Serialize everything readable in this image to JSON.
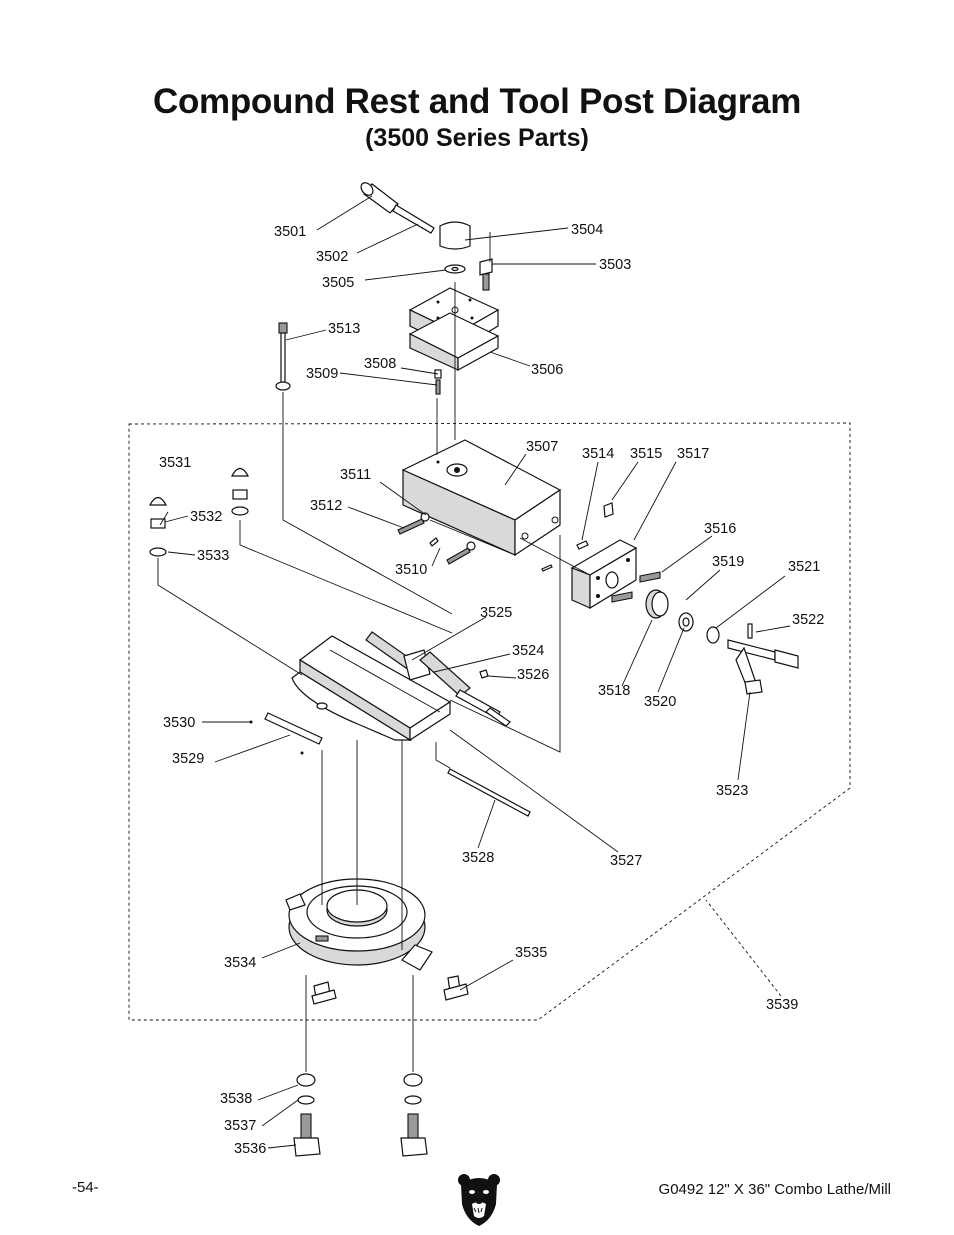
{
  "header": {
    "title": "Compound Rest and Tool Post Diagram",
    "subtitle": "(3500 Series Parts)"
  },
  "callouts": {
    "p3501": "3501",
    "p3502": "3502",
    "p3503": "3503",
    "p3504": "3504",
    "p3505": "3505",
    "p3506": "3506",
    "p3507": "3507",
    "p3508": "3508",
    "p3509": "3509",
    "p3510": "3510",
    "p3511": "3511",
    "p3512": "3512",
    "p3513": "3513",
    "p3514": "3514",
    "p3515": "3515",
    "p3516": "3516",
    "p3517": "3517",
    "p3518": "3518",
    "p3519": "3519",
    "p3520": "3520",
    "p3521": "3521",
    "p3522": "3522",
    "p3523": "3523",
    "p3524": "3524",
    "p3525": "3525",
    "p3526": "3526",
    "p3527": "3527",
    "p3528": "3528",
    "p3529": "3529",
    "p3530": "3530",
    "p3531": "3531",
    "p3532": "3532",
    "p3533": "3533",
    "p3534": "3534",
    "p3535": "3535",
    "p3536": "3536",
    "p3537": "3537",
    "p3538": "3538",
    "p3539": "3539"
  },
  "footer": {
    "page_number": "-54-",
    "manual": "G0492 12\" X 36\" Combo Lathe/Mill"
  },
  "logo_icon": "grizzly-bear-head-icon"
}
